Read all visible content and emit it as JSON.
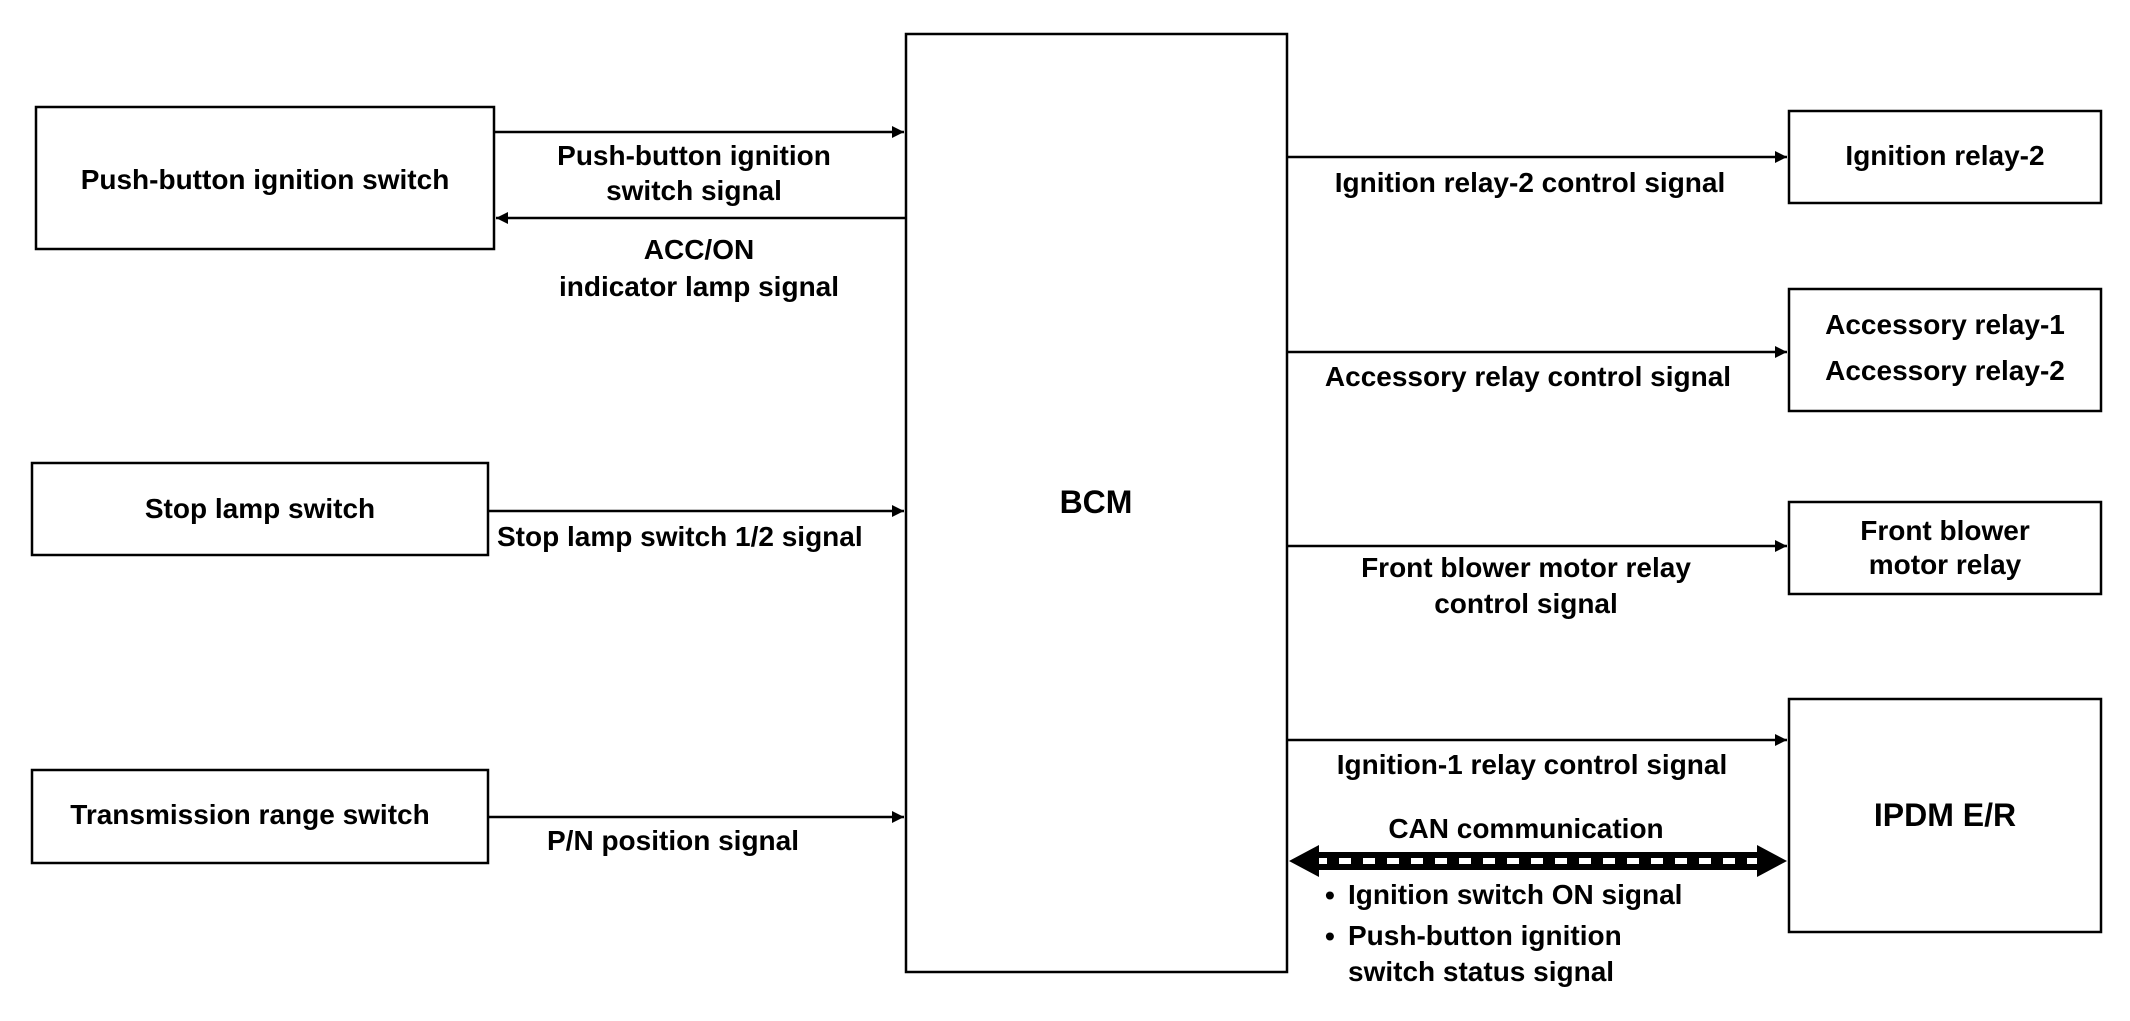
{
  "blocks": {
    "push_button_switch": [
      "Push-button ignition switch"
    ],
    "stop_lamp_switch": [
      "Stop lamp switch"
    ],
    "transmission_range_switch": [
      "Transmission range switch"
    ],
    "bcm": [
      "BCM"
    ],
    "ignition_relay_2": [
      "Ignition relay-2"
    ],
    "accessory_relays": [
      "Accessory relay-1",
      "Accessory relay-2"
    ],
    "front_blower_relay": [
      "Front blower",
      "motor relay"
    ],
    "ipdm": [
      "IPDM E/R"
    ]
  },
  "signals": {
    "push_button_signal": [
      "Push-button ignition",
      "switch signal"
    ],
    "acc_on_lamp_signal": [
      "ACC/ON",
      "indicator lamp signal"
    ],
    "stop_lamp_signal": [
      "Stop lamp switch 1/2 signal"
    ],
    "pn_position_signal": [
      "P/N position signal"
    ],
    "ignition_relay_2_signal": [
      "Ignition relay-2 control signal"
    ],
    "accessory_relay_signal": [
      "Accessory relay control signal"
    ],
    "front_blower_signal": [
      "Front blower motor relay",
      "control signal"
    ],
    "ignition_1_signal": [
      "Ignition-1 relay control signal"
    ],
    "can_communication": [
      "CAN communication"
    ]
  },
  "can_signals": [
    [
      "Ignition switch ON signal"
    ],
    [
      "Push-button ignition",
      "switch status signal"
    ]
  ],
  "icons": {
    "bullet": "•"
  },
  "colors": {
    "line": "#000000",
    "background": "#ffffff"
  }
}
